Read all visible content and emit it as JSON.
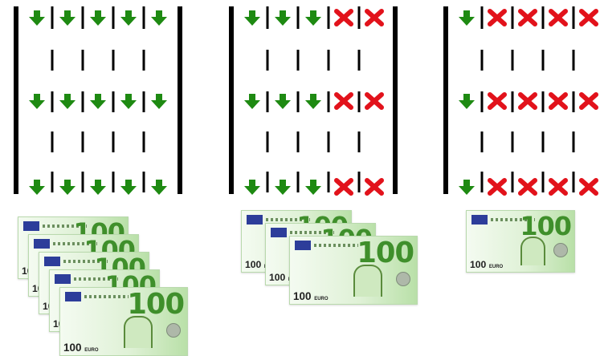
{
  "colors": {
    "line": "#000000",
    "arrow": "#1e8a12",
    "cross": "#e2121b",
    "note_green": "#3f8f2b",
    "flag_blue": "#2d3d9a"
  },
  "icons": {
    "open": "down-arrow-icon",
    "closed": "x-cross-icon"
  },
  "roads": [
    {
      "name": "road-all-open",
      "lanes": [
        "open",
        "open",
        "open",
        "open",
        "open"
      ]
    },
    {
      "name": "road-partial",
      "lanes": [
        "open",
        "open",
        "open",
        "closed",
        "closed"
      ]
    },
    {
      "name": "road-mostly-closed",
      "lanes": [
        "open",
        "closed",
        "closed",
        "closed",
        "closed"
      ]
    }
  ],
  "banknotes": {
    "denomination": "100",
    "currency": "EURO",
    "groups": [
      {
        "name": "stack-large",
        "count": 5
      },
      {
        "name": "stack-medium",
        "count": 3
      },
      {
        "name": "stack-single",
        "count": 1
      }
    ]
  }
}
